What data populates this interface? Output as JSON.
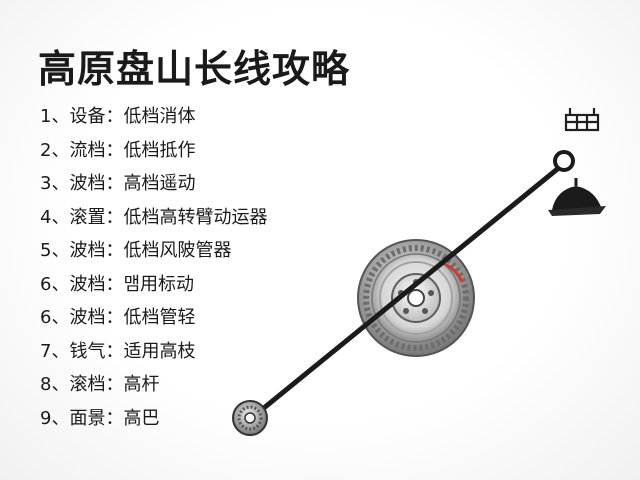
{
  "title": "高原盘山长线攻略",
  "items": [
    "1、设备：低档消体",
    "2、流档：低档抵作",
    "3、波档：高档遥动",
    "4、滚置：低档高转臂动运器",
    "5、波档：低档风陂管器",
    "6、波档：맴用标动",
    "6、波档：低档管轻",
    "7、钱气：适用高枝",
    "8、滚档：高杆",
    "9、面景：高巴"
  ],
  "icons": {
    "wheel": "disc-brake-wheel-icon",
    "small_ring": "small-ring-icon",
    "top_ring": "top-ring-icon",
    "bell": "bell-weight-icon",
    "bracket": "bracket-icon"
  },
  "colors": {
    "text": "#1a1a1a",
    "rod": "#1b1b1b",
    "accent": "#d23a2a",
    "metal": "#9a9a9a"
  }
}
